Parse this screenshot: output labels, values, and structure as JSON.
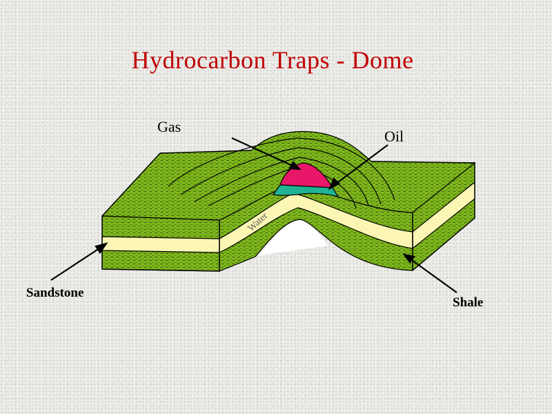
{
  "title": "Hydrocarbon Traps - Dome",
  "labels": {
    "gas": "Gas",
    "oil": "Oil",
    "water": "Water",
    "sandstone": "Sandstone",
    "shale": "Shale"
  },
  "colors": {
    "title": "#c00000",
    "shale": "#7fb51c",
    "shale_pattern": "#2e5e0c",
    "sandstone": "#fbf6b4",
    "gas": "#e8176a",
    "oil": "#1fb394",
    "background": "#ebebe8"
  }
}
